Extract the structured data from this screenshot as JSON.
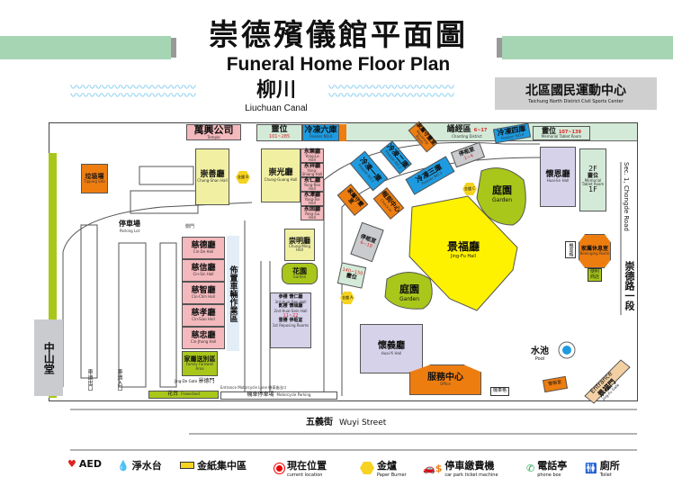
{
  "title": {
    "zh": "崇德殯儀館平面圖",
    "en": "Funeral Home Floor Plan"
  },
  "canal": {
    "zh": "柳川",
    "en": "Liuchuan Canal"
  },
  "sports_center": {
    "zh": "北區國民運動中心",
    "en": "Taichung North District Civil Sports Center"
  },
  "road_east": {
    "en": "Sec. 1, Chongde Road",
    "zh": "崇德路一段"
  },
  "street_south": {
    "zh": "五義街",
    "en": "Wuyi Street"
  },
  "zhongshan_hall": "中山堂",
  "rooms": {
    "temple": {
      "zh": "萬興公司",
      "en": "Temple"
    },
    "memorial_top": {
      "zh": "靈位",
      "en": "Memorial Tablet Room",
      "range": "101~285"
    },
    "freezer6": {
      "zh": "冷凍六庫",
      "en": "Freezer NO.6"
    },
    "chanting": {
      "zh": "誦經區",
      "en": "Chanting District",
      "range": "6~17"
    },
    "freezer4": {
      "zh": "冷凍四庫",
      "en": "Freezer NO.4"
    },
    "memorial_ne": {
      "zh": "靈位",
      "en": "Memorial Tablet Room",
      "range": "107~139"
    },
    "freezer1": {
      "zh": "冷凍一庫",
      "en": "Freezer NO.1"
    },
    "freezer2": {
      "zh": "冷凍二庫",
      "en": "Freezer NO.2"
    },
    "freezer3": {
      "zh": "冷凍三庫",
      "en": "Freezer NO.3"
    },
    "mourning": {
      "zh": "家屬守靈室",
      "en": "Mourning Room"
    },
    "checkin": {
      "zh": "報到中心",
      "en": "Check-in"
    },
    "repose_a": {
      "zh": "停柩室",
      "en": "Reposing Rooms",
      "range": "1~4"
    },
    "repose_b": {
      "zh": "停柩室",
      "en": "Reposing Rooms",
      "range": "6~10"
    },
    "memorial_mid": {
      "zh": "靈位",
      "en": "Memorial Tablet Room",
      "range": "140~150"
    },
    "tipping": {
      "zh": "垃圾場",
      "en": "Tipping Site"
    },
    "chung_shan": {
      "zh": "崇善廳",
      "en": "Chung-Shan Hall"
    },
    "chung_guang": {
      "zh": "崇光廳",
      "en": "Chung-Guang Hall"
    },
    "chung_ming": {
      "zh": "崇明廳",
      "en": "Chung-Ming Hall"
    },
    "yong": [
      {
        "zh": "永樂廳",
        "en": "Yong-Le Hall"
      },
      {
        "zh": "永祥廳",
        "en": "Yong-Shiang Hall"
      },
      {
        "zh": "永仁廳",
        "en": "Yong-Ren Hall"
      },
      {
        "zh": "永澤廳",
        "en": "Yong-Tse Hall"
      },
      {
        "zh": "永固廳",
        "en": "Yong-Gu Hall"
      }
    ],
    "ci": [
      {
        "zh": "慈德廳",
        "en": "Cin-De Hall"
      },
      {
        "zh": "慈信廳",
        "en": "Cin-Sin Hall"
      },
      {
        "zh": "慈智廳",
        "en": "Cin-Chih Hall"
      },
      {
        "zh": "慈孝廳",
        "en": "Cin-Siao Hall"
      },
      {
        "zh": "慈忠廳",
        "en": "Cin-Jhong Hall"
      }
    ],
    "vehicle_area": "佈置車輛作業區",
    "farewell": {
      "zh": "家屬送別區",
      "en": "Family Farewell Area"
    },
    "floor3": {
      "zh": "參樓 懷仁廳",
      "en": "3rd Huai-Ren Hall"
    },
    "floor2": {
      "zh": "貳樓 懷頤廳",
      "en": "2nd Huai-Sein Hall",
      "range": "11~22"
    },
    "floor1": {
      "zh": "壹樓 停柩室",
      "en": "1st Reposing Rooms"
    },
    "huai_yi": {
      "zh": "懷義廳",
      "en": "Huai-Yi Hall"
    },
    "huai_en": {
      "zh": "懷恩廳",
      "en": "Huai-En Hall"
    },
    "memorial_2f1f": {
      "zh": "靈位",
      "en": "Memorial Tablet Room",
      "f2": "2F",
      "f1": "1F"
    },
    "family_lounge": {
      "zh": "家屬休息室",
      "en": "Belonging Room"
    },
    "store": "便利商店",
    "jing_fu": {
      "zh": "景福廳",
      "en": "Jing-Fu Hall"
    },
    "office": {
      "zh": "服務中心",
      "en": "Office"
    },
    "garden1": {
      "zh": "庭園",
      "en": "Garden"
    },
    "garden2": {
      "zh": "庭園",
      "en": "Garden"
    },
    "flower_garden": {
      "zh": "花園",
      "en": "Garden"
    },
    "pool": {
      "zh": "水池",
      "en": "Pool"
    },
    "entrance": {
      "en": "Entrance",
      "zh": "景福門",
      "en2": "Jing-Fu Gate"
    },
    "parking": {
      "zh": "停車場",
      "en": "Parking Lot"
    },
    "security": "警衛室",
    "flowerbed": {
      "zh": "花台",
      "en": "Flowerbed"
    },
    "moto_parking": {
      "zh": "機車停車場",
      "en": "Motorcycle Parking"
    },
    "moto_lane": "Entrance Motorcycle Lane 機車進出口",
    "jingde_gate": {
      "en": "Jing-De Gate",
      "zh": "景德門"
    },
    "exit": "車道出口",
    "entry": "車道入口",
    "side_gate": "側門",
    "moto": "機車格",
    "burner_a": "金爐 A",
    "burner_b": "金爐 B",
    "burner_c": "金爐 C"
  },
  "legend": [
    {
      "icon": "aed-icon",
      "zh": "AED"
    },
    {
      "icon": "water-drop-icon",
      "zh": "淨水台"
    },
    {
      "icon": "paper-zone-icon",
      "zh": "金紙集中區"
    },
    {
      "icon": "current-location-icon",
      "zh": "現在位置",
      "en": "current location"
    },
    {
      "icon": "paper-burner-icon",
      "zh": "金爐",
      "en": "Paper Burner"
    },
    {
      "icon": "parking-machine-icon",
      "zh": "停車繳費機",
      "en": "car park ticket machine"
    },
    {
      "icon": "phone-icon",
      "zh": "電話亭",
      "en": "phone box"
    },
    {
      "icon": "toilet-icon",
      "zh": "廁所",
      "en": "Toilet"
    }
  ],
  "colors": {
    "pink": "#f4b9bd",
    "green": "#a8c71a",
    "blue": "#1e9be0",
    "orange": "#ee7d10",
    "yellow": "#fff200",
    "lavender": "#d6d2ea"
  }
}
